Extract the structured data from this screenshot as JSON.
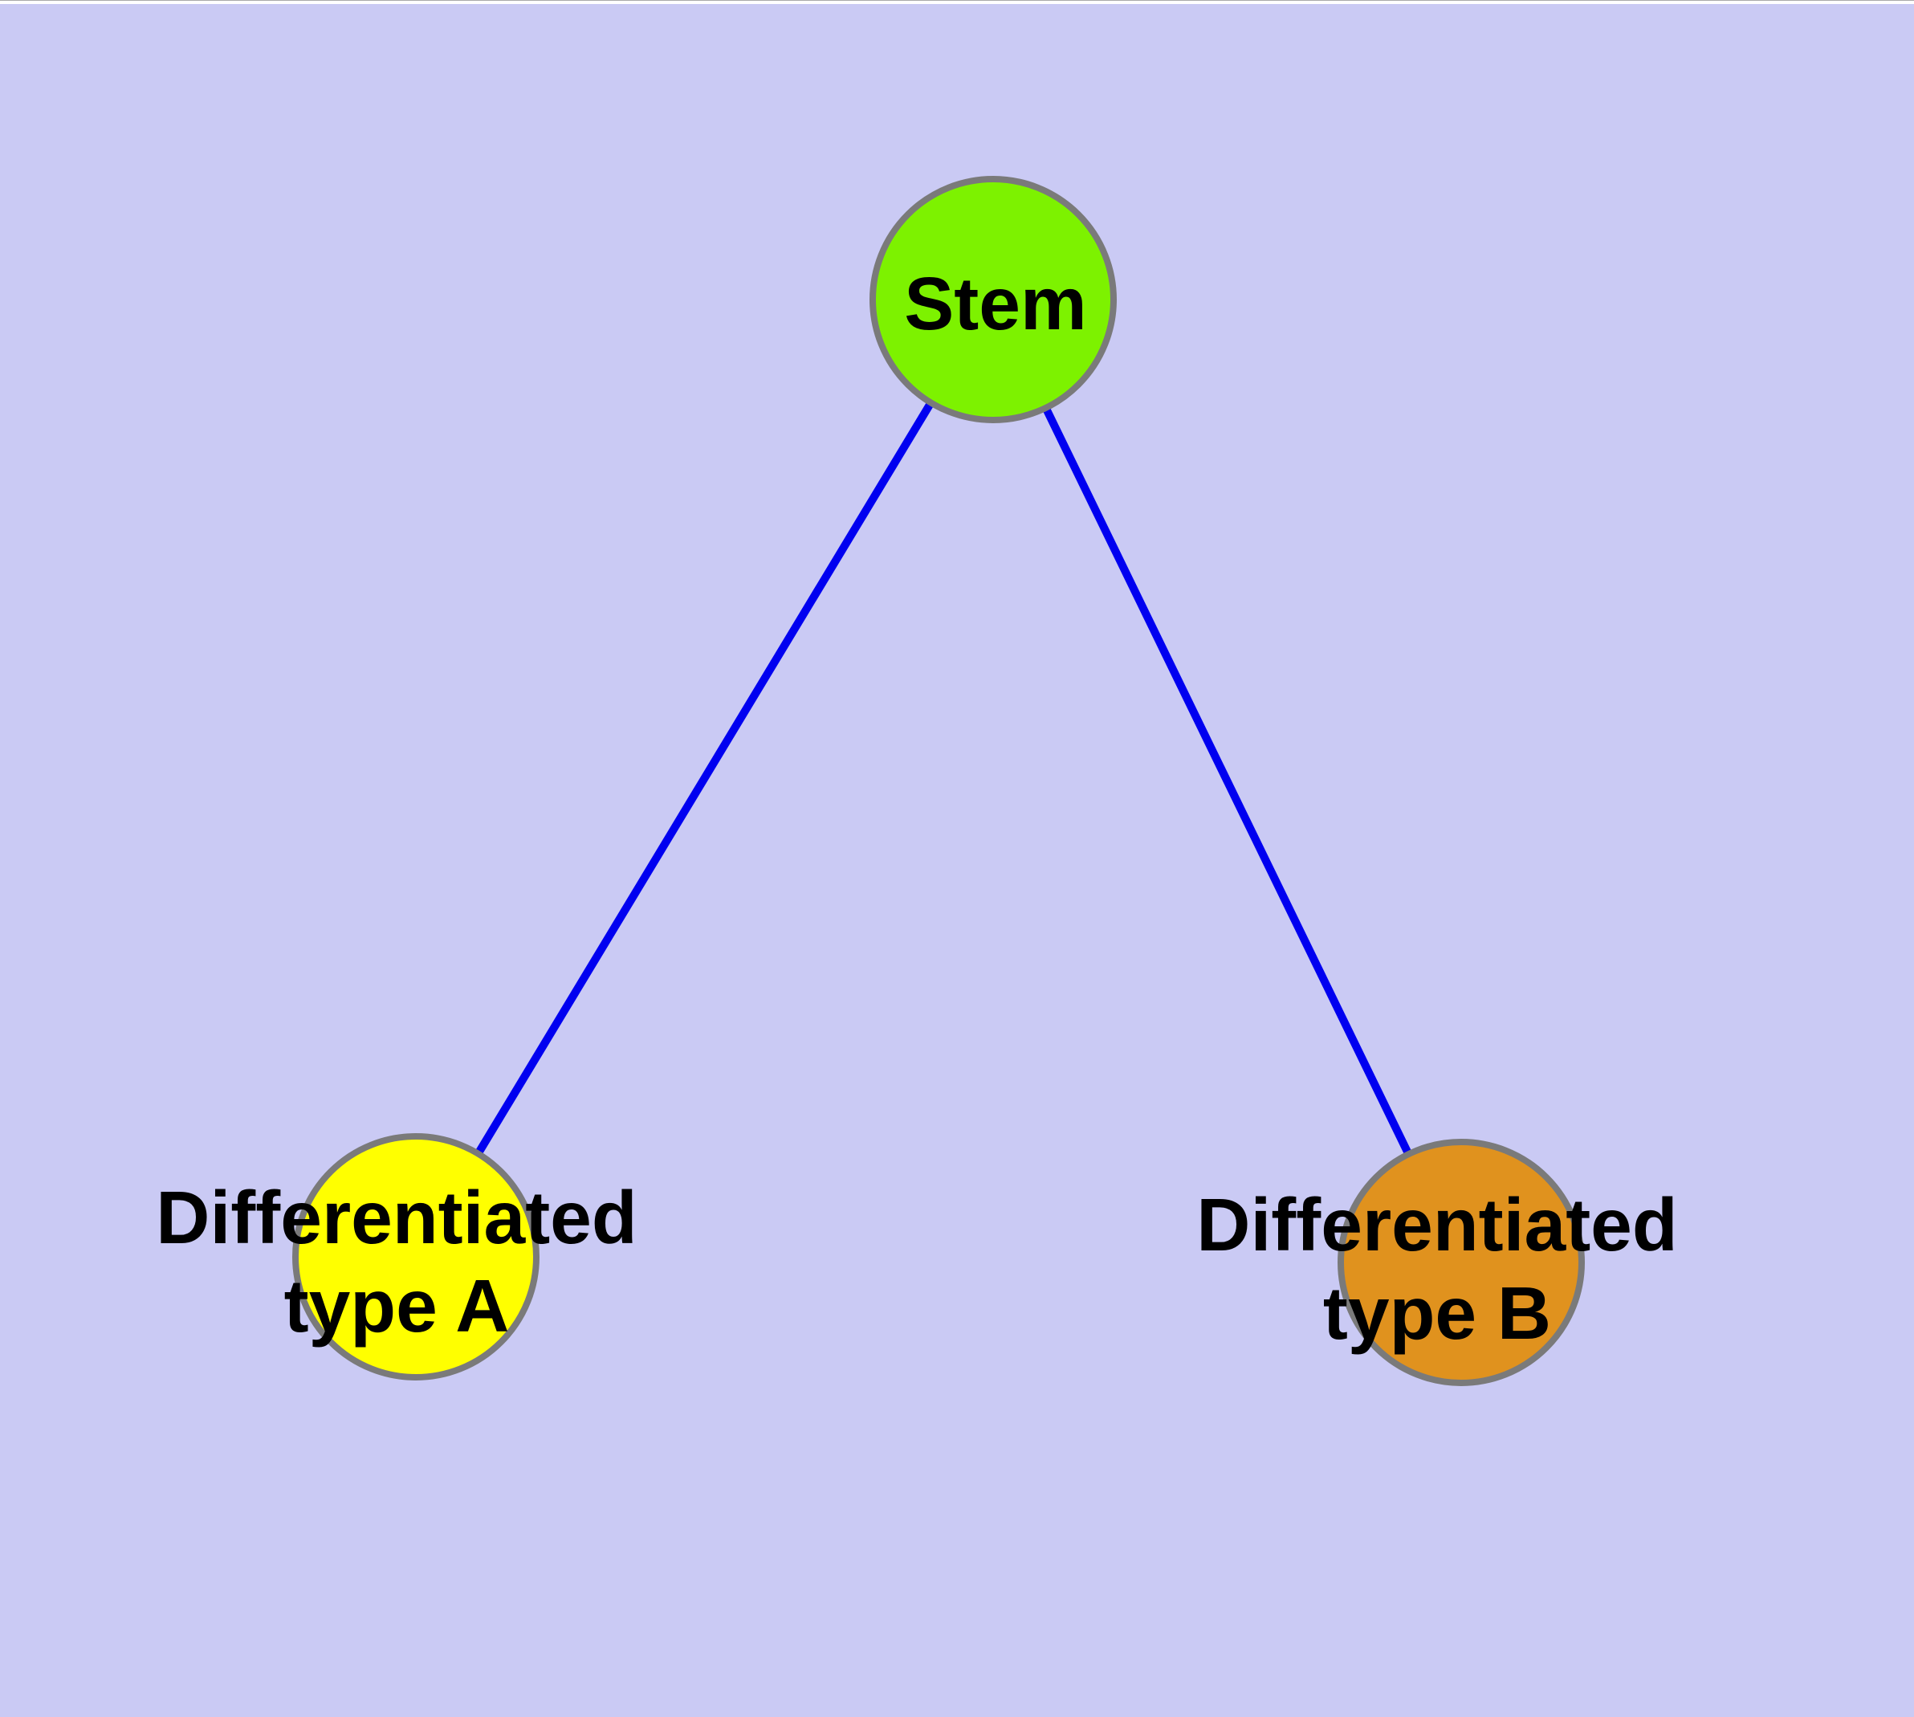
{
  "diagram": {
    "type": "node-link-graph",
    "background_color": "#cacaf4",
    "edge_color": "#0000f0",
    "node_border_color": "#7a7a7a",
    "label_color": "#000000",
    "nodes": [
      {
        "id": "stem",
        "label": "Stem",
        "color": "#7df200"
      },
      {
        "id": "type-a",
        "label": "Differentiated type A",
        "label_line1": "Differentiated",
        "label_line2": "type A",
        "color": "#ffff00"
      },
      {
        "id": "type-b",
        "label": "Differentiated type B",
        "label_line1": "Differentiated",
        "label_line2": "type B",
        "color": "#e0921e"
      }
    ],
    "edges": [
      {
        "from": "Stem",
        "to": "Differentiated type A"
      },
      {
        "from": "Stem",
        "to": "Differentiated type B"
      }
    ]
  }
}
